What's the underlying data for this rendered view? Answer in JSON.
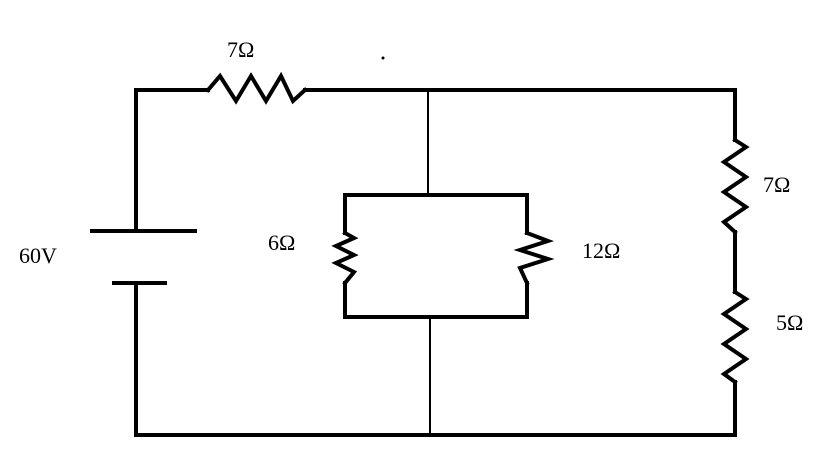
{
  "circuit": {
    "source": {
      "label": "60V"
    },
    "resistors": {
      "r_series_top": {
        "label": "7Ω"
      },
      "r_parallel_left": {
        "label": "6Ω"
      },
      "r_parallel_right": {
        "label": "12Ω"
      },
      "r_right_upper": {
        "label": "7Ω"
      },
      "r_right_lower": {
        "label": "5Ω"
      }
    }
  }
}
